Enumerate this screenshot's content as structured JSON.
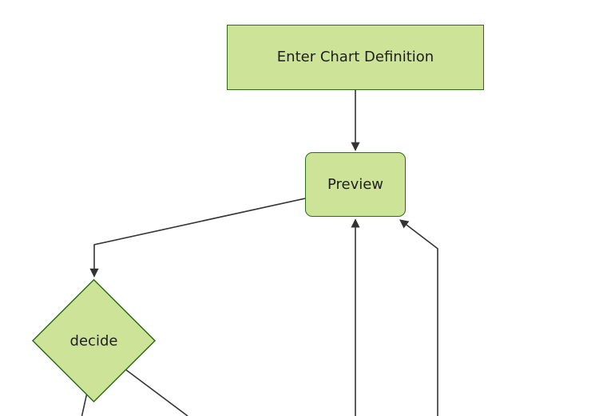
{
  "colors": {
    "background": "#ffffff",
    "node_fill": "#cde498",
    "node_border": "#2e6b17",
    "edge_color": "#333333",
    "label_color": "#1f1f1f"
  },
  "diagram": {
    "type": "flowchart",
    "direction": "top-down",
    "nodes": [
      {
        "id": "enter-chart-definition",
        "label": "Enter Chart Definition",
        "shape": "rectangle"
      },
      {
        "id": "preview",
        "label": "Preview",
        "shape": "rounded-rectangle"
      },
      {
        "id": "decide",
        "label": "decide",
        "shape": "diamond"
      }
    ],
    "edges": [
      {
        "from": "enter-chart-definition",
        "to": "preview",
        "arrowhead": true
      },
      {
        "from": "preview",
        "to": "decide",
        "arrowhead": true
      },
      {
        "from": "offscreen-bottom-center",
        "to": "preview",
        "arrowhead": true
      },
      {
        "from": "offscreen-bottom-right",
        "to": "preview",
        "arrowhead": true
      },
      {
        "from": "decide",
        "to": "offscreen-bottom-left",
        "arrowhead": false
      },
      {
        "from": "decide",
        "to": "offscreen-bottom-right",
        "arrowhead": false
      }
    ]
  }
}
